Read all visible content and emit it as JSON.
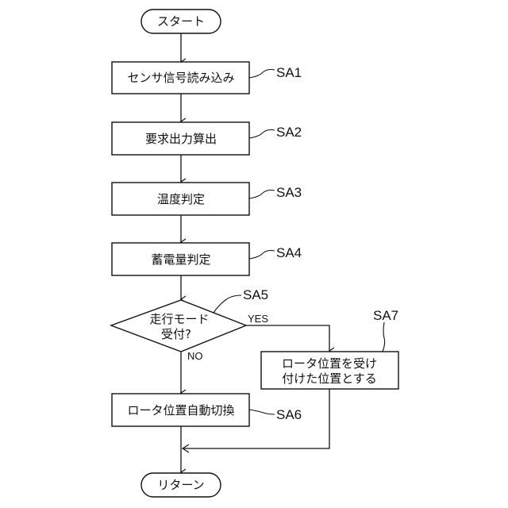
{
  "flowchart": {
    "start": "スタート",
    "end": "リターン",
    "steps": {
      "sa1": {
        "text": "センサ信号読み込み",
        "label": "SA1"
      },
      "sa2": {
        "text": "要求出力算出",
        "label": "SA2"
      },
      "sa3": {
        "text": "温度判定",
        "label": "SA3"
      },
      "sa4": {
        "text": "蓄電量判定",
        "label": "SA4"
      },
      "sa5": {
        "line1": "走行モード",
        "line2": "受付?",
        "label": "SA5"
      },
      "sa6": {
        "text": "ロータ位置自動切換",
        "label": "SA6"
      },
      "sa7": {
        "line1": "ロータ位置を受け",
        "line2": "付けた位置とする",
        "label": "SA7"
      }
    },
    "branches": {
      "yes": "YES",
      "no": "NO"
    }
  }
}
